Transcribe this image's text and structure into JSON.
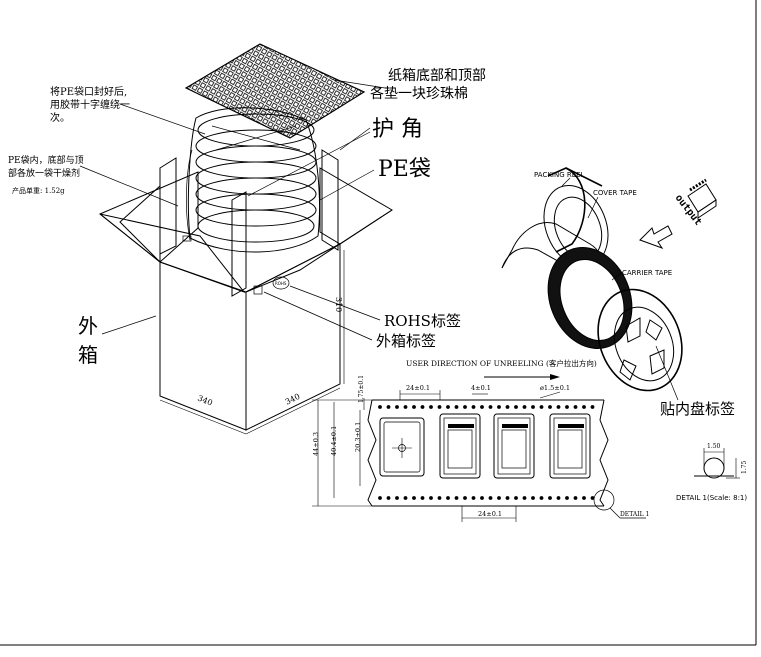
{
  "labels": {
    "pearl_cotton": [
      "纸箱底部和顶部",
      "各垫一块珍珠棉"
    ],
    "pe_bag_seal": [
      "将PE袋口封好后,",
      "用胶带十字缠绕一",
      "次。"
    ],
    "desiccant": [
      "PE袋内，底部与顶",
      "部各放一袋干燥剂"
    ],
    "unit_weight": "产品单重: 1.52g",
    "corner_guard": "护  角",
    "pe_bag": "PE袋",
    "outer_box": [
      "外",
      "箱"
    ],
    "rohs_label": "ROHS标签",
    "outer_box_label": "外箱标签",
    "packing_reel": "PACKING REEL",
    "cover_tape": "COVER TAPE",
    "carrier_tape": "CARRIER TAPE",
    "output": "output",
    "reel_label": "贴内盘标签",
    "unreel_direction": "USER DIRECTION OF UNREELING (客户拉出方向)",
    "rohs_mark": "ROHS"
  },
  "dimensions": {
    "box_width": "340",
    "box_depth": "340",
    "box_height": "310",
    "pitch_top": "24±0.1",
    "pitch_bottom": "24±0.1",
    "sprocket_pitch": "4±0.1",
    "hole_dia": "ø1.5±0.1",
    "edge_offset": "1.75±0.1",
    "pocket_width": "20.3±0.1",
    "tape_inner": "40.4±0.1",
    "tape_width": "44±0.3",
    "detail_ref": "DETAIL 1",
    "detail_title": "DETAIL 1(Scale: 8:1)",
    "detail_w": "1.50",
    "detail_h": "1.75"
  }
}
